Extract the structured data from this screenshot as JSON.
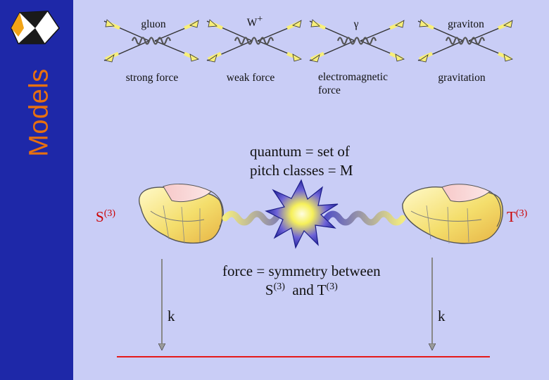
{
  "sidebar": {
    "title": "Models"
  },
  "forces": [
    {
      "particle": "gluon",
      "force": "strong force"
    },
    {
      "particle": "W",
      "particle_sup": "+",
      "force": "weak force"
    },
    {
      "particle": "γ",
      "force_line1": "electromagnetic",
      "force_line2": "force"
    },
    {
      "particle": "graviton",
      "force": "gravitation"
    }
  ],
  "quantum": {
    "line1": "quantum = set of",
    "line2": "pitch classes = M"
  },
  "left": {
    "label": "S",
    "sup": "(3)"
  },
  "right": {
    "label": "T",
    "sup": "(3)"
  },
  "symmetry": {
    "line1": "force = symmetry between",
    "line2_s": "S",
    "line2_s_sup": "(3)",
    "line2_and": "and T",
    "line2_t_sup": "(3)"
  },
  "k_left": "k",
  "k_right": "k",
  "colors": {
    "sidebar_bg": "#1e28a8",
    "sidebar_text": "#e8700f",
    "background": "#c9cdf6",
    "arrow_yellow": "#f7ee7a",
    "red_line": "#e51a1a",
    "red_text": "#cc0000"
  }
}
